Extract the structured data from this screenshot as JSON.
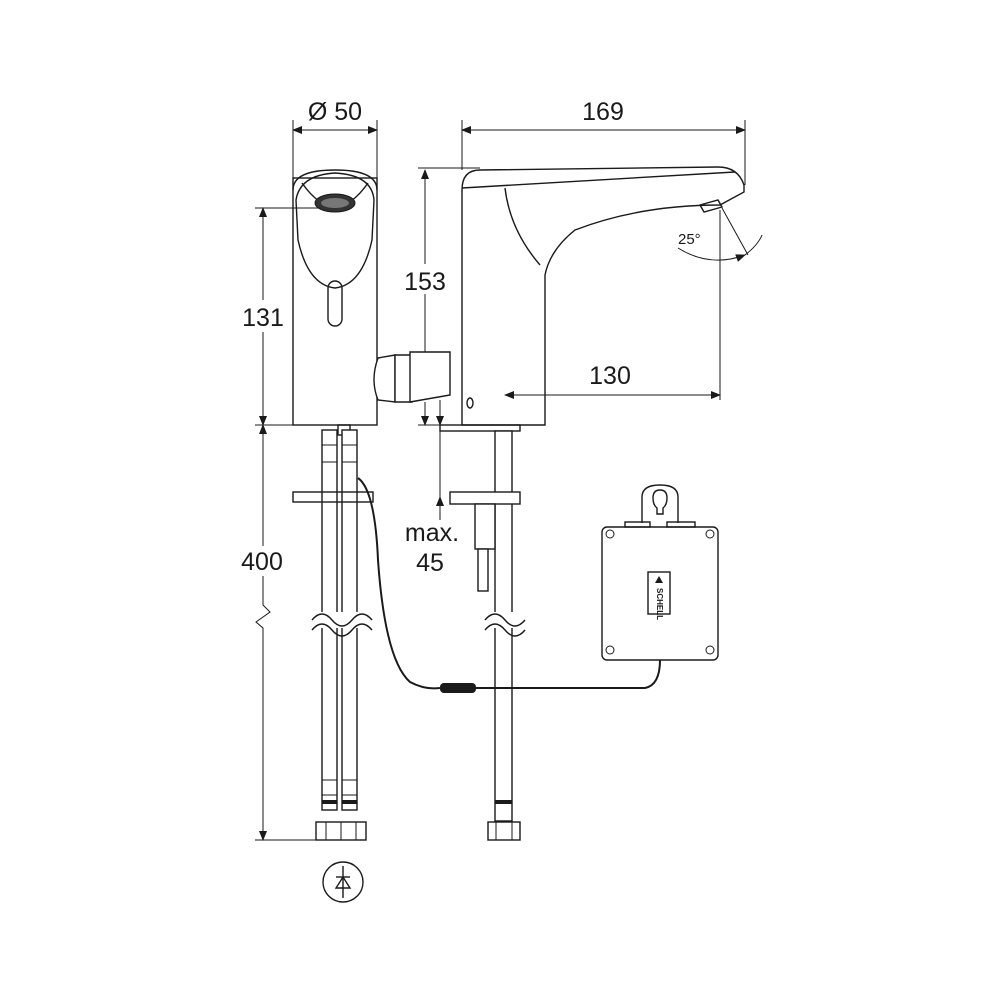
{
  "dimensions": {
    "diameter": "Ø 50",
    "total_length": "169",
    "height": "153",
    "front_height": "131",
    "reach": "130",
    "angle": "25°",
    "hose_length": "400",
    "max_label": "max.",
    "max_value": "45"
  },
  "control_box": {
    "logo": "SCHELL"
  },
  "colors": {
    "line": "#1a1a1a",
    "background": "#ffffff"
  }
}
